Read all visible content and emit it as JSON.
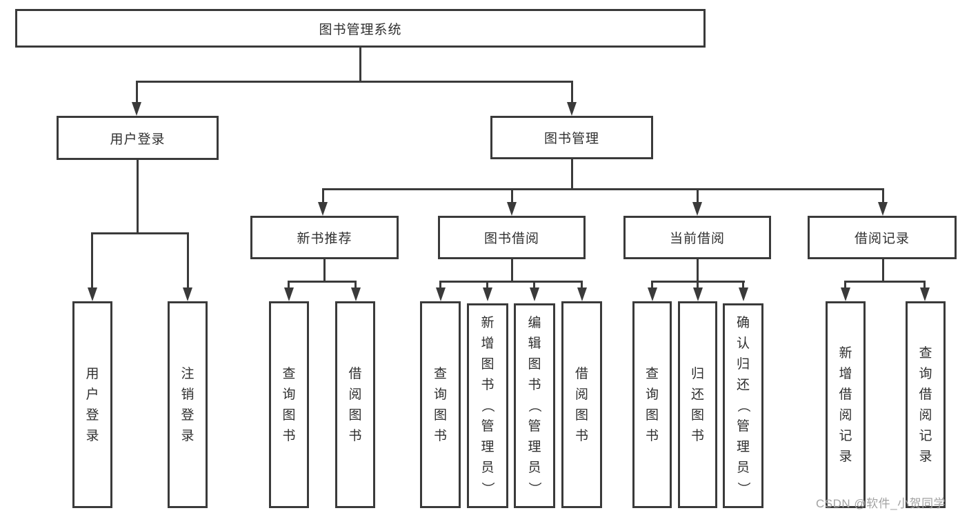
{
  "title": "图书管理系统",
  "tree": {
    "label": "图书管理系统",
    "children": [
      {
        "label": "用户登录",
        "children": [
          {
            "label": "用户登录"
          },
          {
            "label": "注销登录"
          }
        ]
      },
      {
        "label": "图书管理",
        "children": [
          {
            "label": "新书推荐",
            "children": [
              {
                "label": "查询图书"
              },
              {
                "label": "借阅图书"
              }
            ]
          },
          {
            "label": "图书借阅",
            "children": [
              {
                "label": "查询图书"
              },
              {
                "label": "新增图书（管理员）"
              },
              {
                "label": "编辑图书（管理员）"
              },
              {
                "label": "借阅图书"
              }
            ]
          },
          {
            "label": "当前借阅",
            "children": [
              {
                "label": "查询图书"
              },
              {
                "label": "归还图书"
              },
              {
                "label": "确认归还（管理员）"
              }
            ]
          },
          {
            "label": "借阅记录",
            "children": [
              {
                "label": "新增借阅记录"
              },
              {
                "label": "查询借阅记录"
              }
            ]
          }
        ]
      }
    ]
  },
  "watermark": {
    "text": "CSDN @软件_小贺同学"
  },
  "colors": {
    "line": "#3a3a3a",
    "text": "#2f2f2f",
    "watermark": "#a3a3a3",
    "background": "#ffffff"
  }
}
